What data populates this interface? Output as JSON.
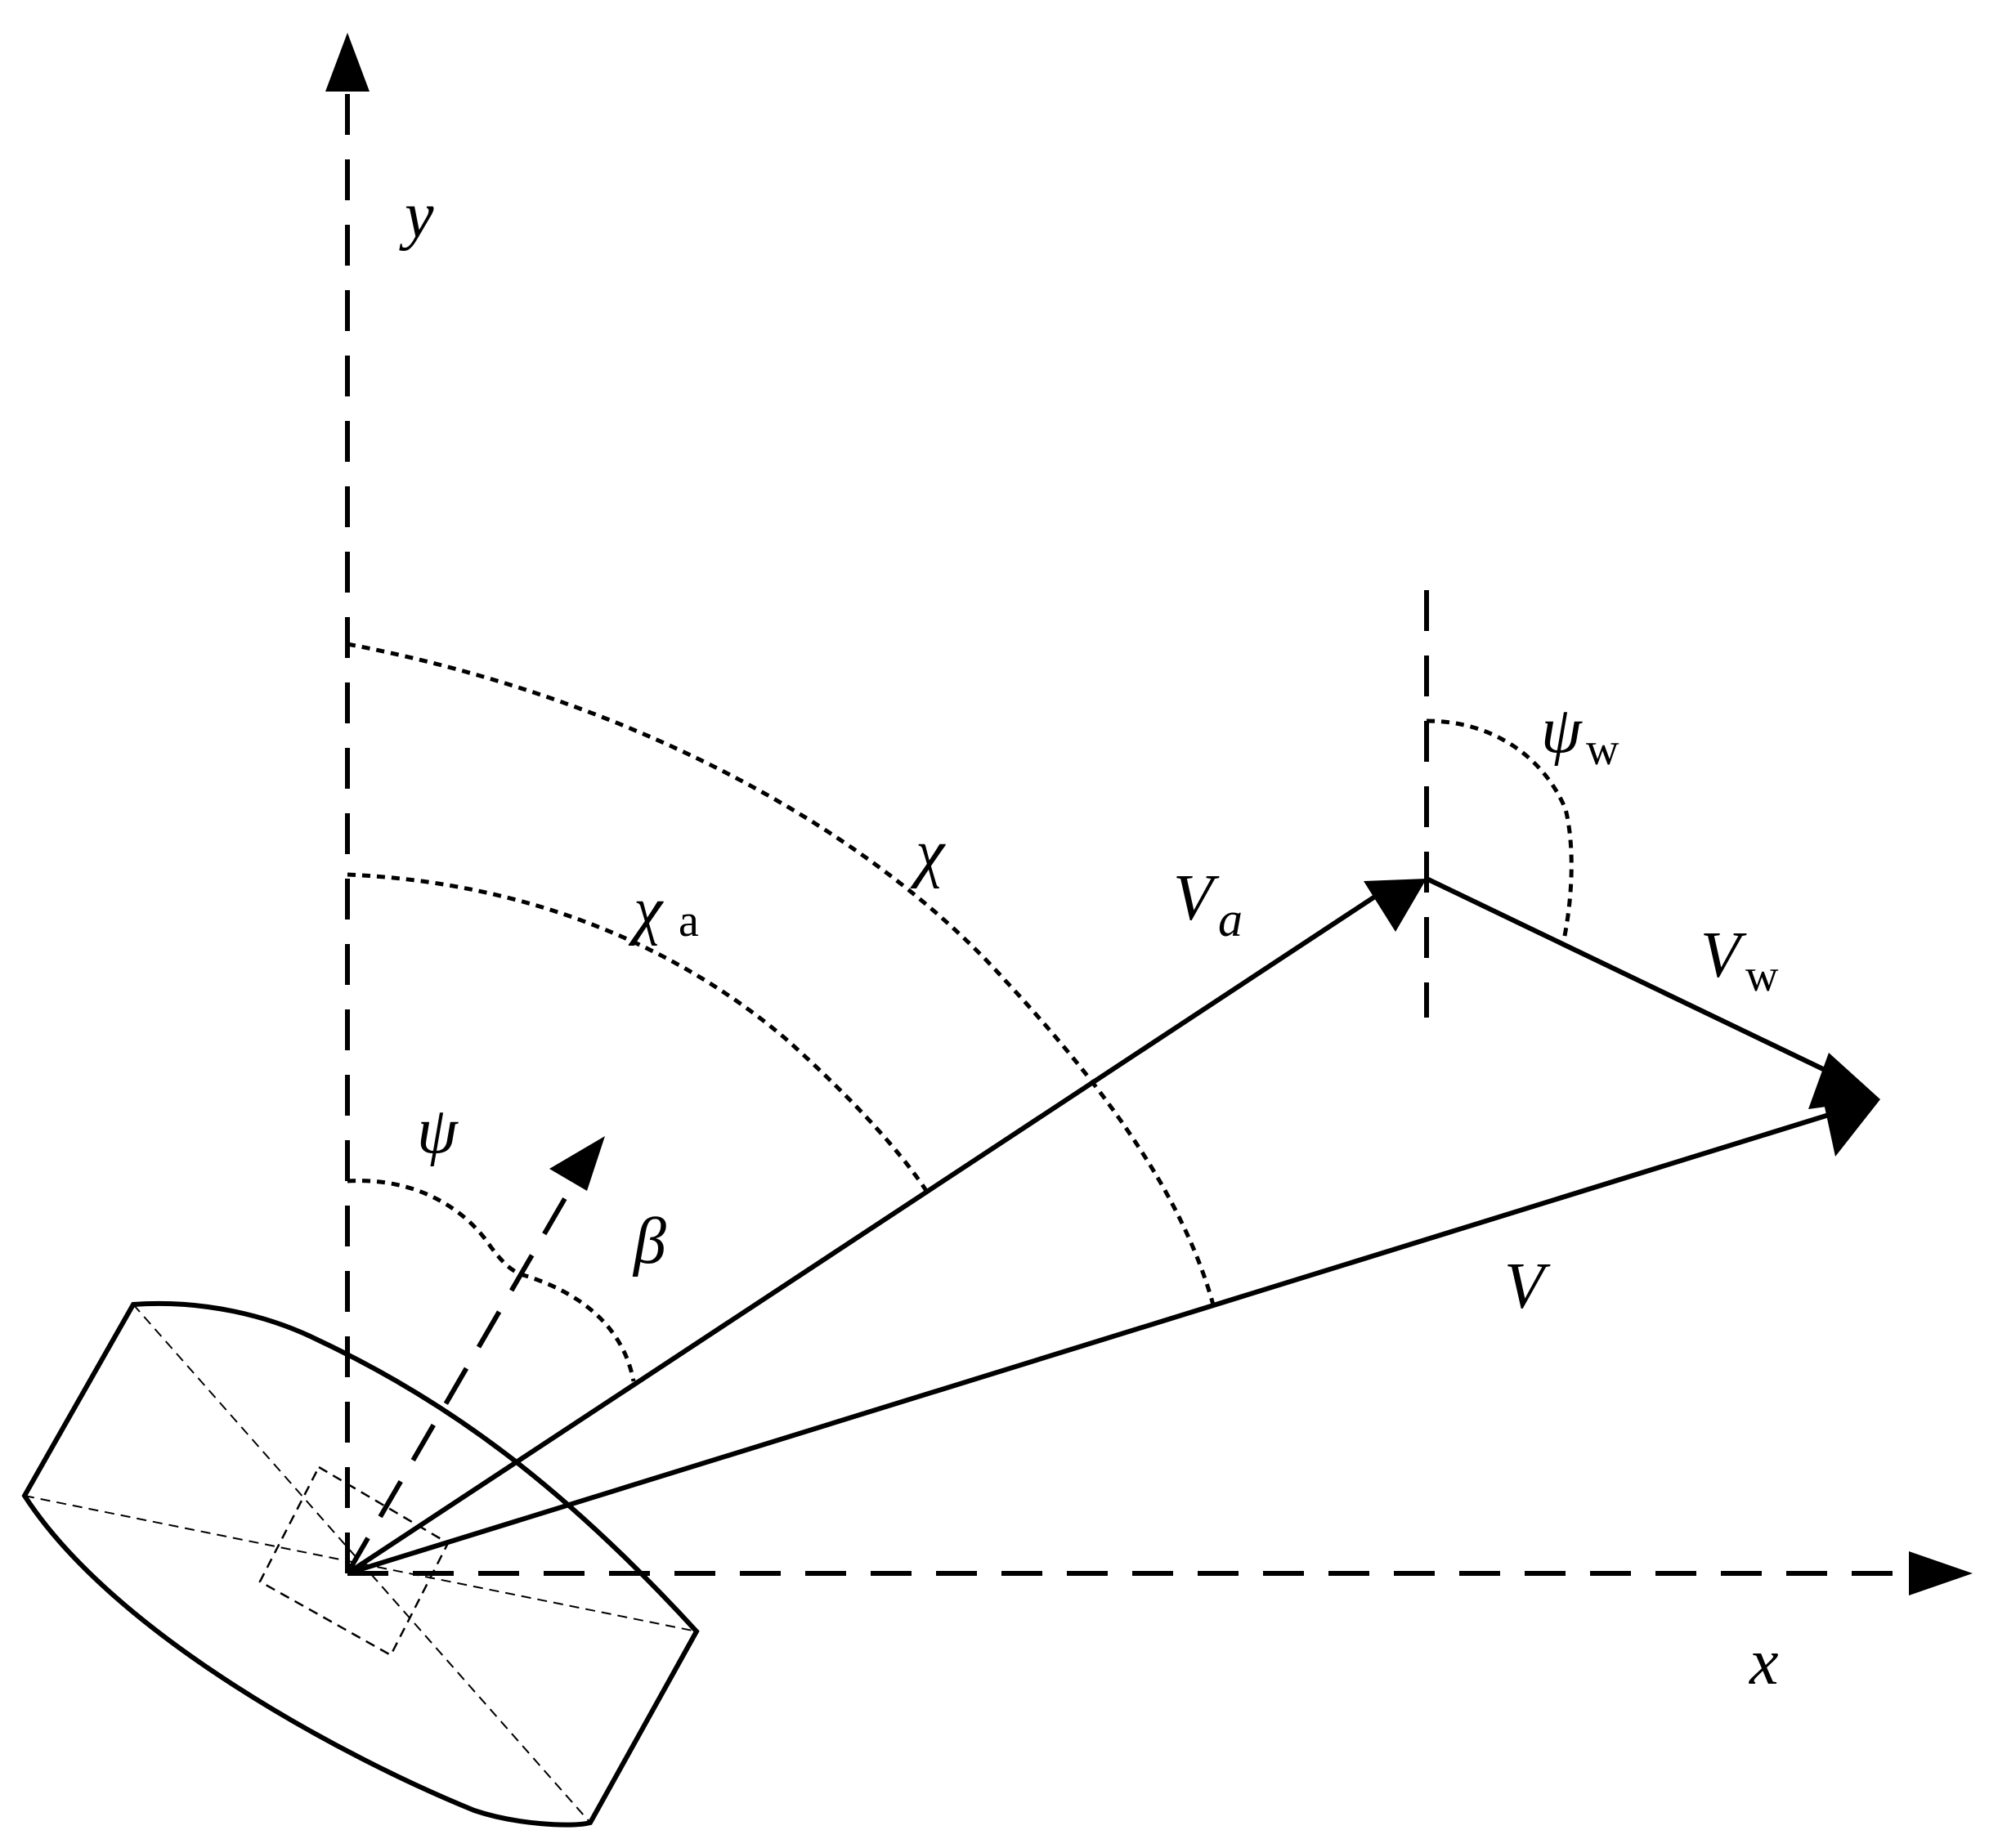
{
  "labels": {
    "y_axis": "y",
    "x_axis": "x",
    "chi": "χ",
    "chi_a_base": "χ",
    "chi_a_sub": "a",
    "va_base": "V",
    "va_sub": "a",
    "psi_w_base": "ψ",
    "psi_w_sub": "w",
    "vw_base": "V",
    "vw_sub": "w",
    "psi": "ψ",
    "beta": "β",
    "v": "V"
  }
}
